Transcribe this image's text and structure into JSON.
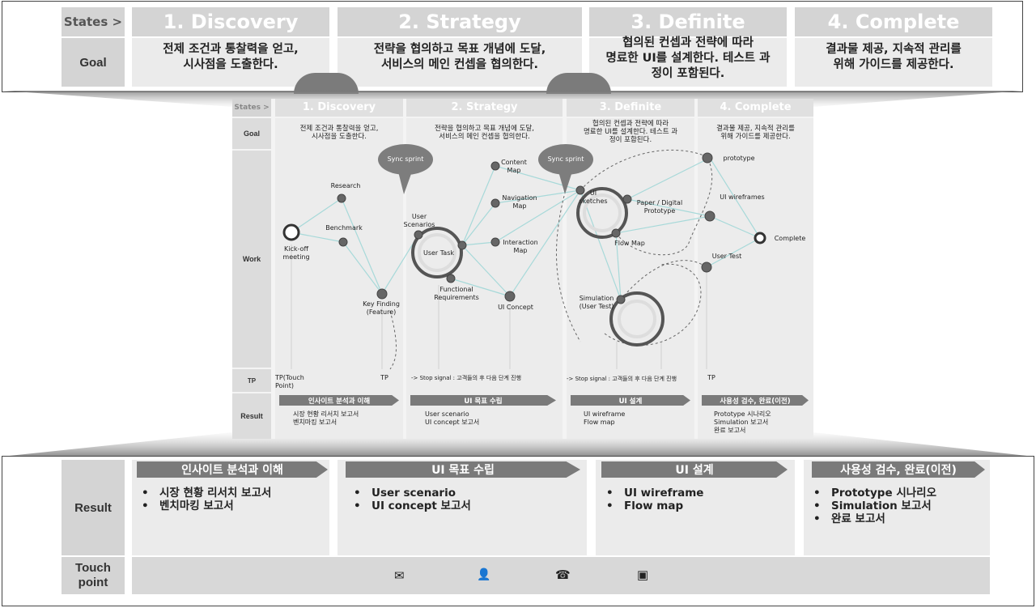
{
  "header": {
    "states_label": "States >",
    "phases": [
      "1. Discovery",
      "2. Strategy",
      "3. Definite",
      "4. Complete"
    ]
  },
  "goal": {
    "label": "Goal",
    "texts": [
      [
        "전제 조건과 통찰력을 얻고,",
        "시사점을 도출한다."
      ],
      [
        "전략을 협의하고 목표 개념에 도달,",
        "서비스의 메인 컨셉을 협의한다."
      ],
      [
        "협의된 컨셉과 전략에 따라",
        "명료한 UI를 설계한다. 테스트 과",
        "정이 포함된다."
      ],
      [
        "결과물 제공, 지속적 관리를",
        "위해 가이드를 제공한다."
      ]
    ]
  },
  "work": {
    "label": "Work",
    "sync_sprint": "Sync sprint",
    "nodes": {
      "kickoff": [
        "Kick-off",
        "meeting"
      ],
      "research": "Research",
      "benchmark": "Benchmark",
      "key_finding": [
        "Key Finding",
        "(Feature)"
      ],
      "user_scenarios": [
        "User",
        "Scenarios"
      ],
      "user_task": "User Task",
      "functional": [
        "Functional",
        "Requirements"
      ],
      "content_map": [
        "Content",
        "Map"
      ],
      "navigation_map": [
        "Navigation",
        "Map"
      ],
      "interaction_map": [
        "Interaction",
        "Map"
      ],
      "ui_concept": "UI Concept",
      "ui_sketches": [
        "UI",
        "sketches"
      ],
      "paper_digital": [
        "Paper / Digital",
        "Prototype"
      ],
      "flow_map": "Flow Map",
      "simulation": [
        "Simulation",
        "(User Test)"
      ],
      "prototype": "prototype",
      "ui_wireframes": "UI wireframes",
      "complete": "Complete",
      "user_test": "User Test"
    }
  },
  "tp": {
    "label": "TP",
    "texts": [
      "TP(Touch Point)",
      "TP",
      "-> Stop signal : 고객들의 후 다음 단계 진행",
      "-> Stop signal : 고객들의 후 다음 단계 진행",
      "TP"
    ]
  },
  "result": {
    "label": "Result",
    "groups": [
      {
        "title": "인사이트 분석과 이해",
        "items": [
          "시장 현황 리서치 보고서",
          "벤치마킹 보고서"
        ]
      },
      {
        "title": "UI 목표 수립",
        "items": [
          "User scenario",
          "UI concept 보고서"
        ]
      },
      {
        "title": "UI 설계",
        "items": [
          "UI wireframe",
          "Flow map"
        ]
      },
      {
        "title": "사용성 검수, 완료(이전)",
        "items": [
          "Prototype 시나리오",
          "Simulation 보고서",
          "완료 보고서"
        ]
      }
    ]
  },
  "touch_point": {
    "label": [
      "Touch",
      "point"
    ],
    "icons": [
      "✉",
      "👤",
      "☎",
      "▣"
    ],
    "icon_names": [
      "mail-icon",
      "person-icon",
      "phone-icon",
      "browser-icon"
    ]
  },
  "colors": {
    "header_gray": "#d4d4d4",
    "cell_gray": "#ebebeb",
    "tag_gray": "#7a7a7a",
    "line_teal": "#a7d9d9",
    "node_dark": "#666666"
  }
}
